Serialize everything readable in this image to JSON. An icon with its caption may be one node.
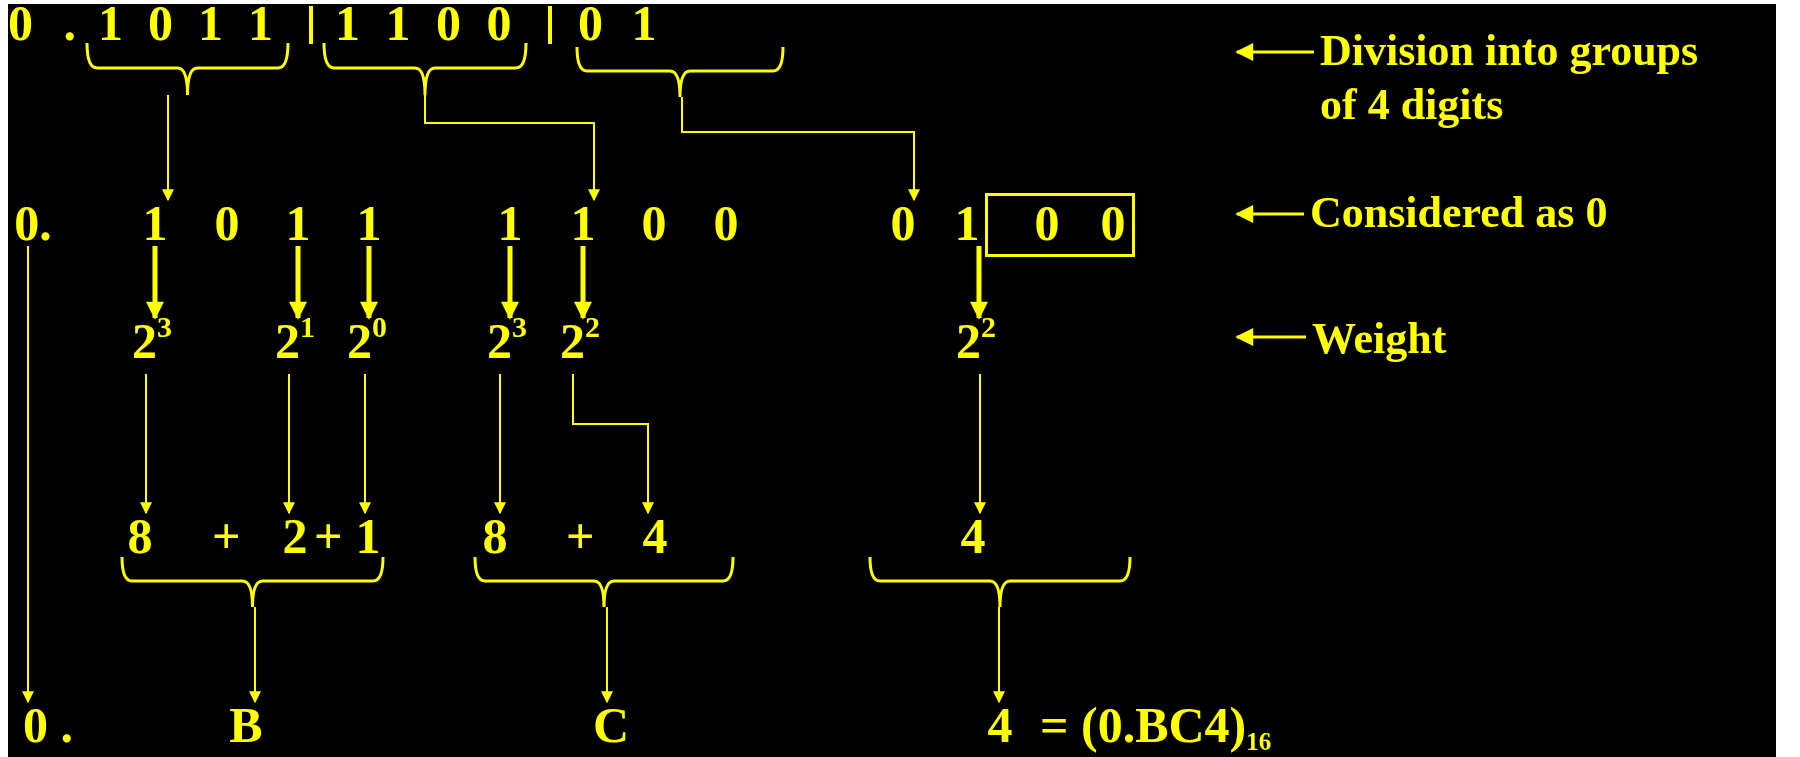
{
  "diagram": {
    "nodes": [
      {
        "text": [],
        "shape": "brace"
      },
      {
        "text": [],
        "shape": "brace"
      },
      {
        "text": [],
        "shape": "brace"
      },
      {
        "text": [
          "Division into groups of 4 digits"
        ]
      },
      {
        "text": [
          "0."
        ]
      },
      {
        "text": [
          "1"
        ]
      },
      {
        "text": [
          "0"
        ]
      },
      {
        "text": [
          "1"
        ]
      },
      {
        "text": [
          "1"
        ]
      },
      {
        "text": [
          "1"
        ]
      },
      {
        "text": [
          "1"
        ]
      },
      {
        "text": [
          "0"
        ]
      },
      {
        "text": [
          "0"
        ]
      },
      {
        "text": [
          "0"
        ]
      },
      {
        "text": [
          "1"
        ]
      },
      {
        "text": [],
        "shape": "box"
      },
      {
        "text": [
          "0"
        ],
        "in": 15
      },
      {
        "text": [
          "0"
        ],
        "in": 15
      },
      {
        "text": [
          "Considered as 0"
        ]
      },
      {
        "text": [
          "2$^{3}$"
        ]
      },
      {
        "text": [
          "2$^{1}$"
        ]
      },
      {
        "text": [
          "2$^{0}$"
        ]
      },
      {
        "text": [
          "2$^{3}$"
        ]
      },
      {
        "text": [
          "2$^{2}$"
        ]
      },
      {
        "text": [
          "2$^{2}$"
        ]
      },
      {
        "text": [
          "Weight"
        ]
      },
      {
        "text": [
          "8"
        ]
      },
      {
        "text": [
          "2"
        ]
      },
      {
        "text": [
          "1"
        ]
      },
      {
        "text": [
          "8"
        ]
      },
      {
        "text": [
          "4"
        ]
      },
      {
        "text": [
          "4"
        ]
      },
      {
        "text": [],
        "shape": "brace"
      },
      {
        "text": [],
        "shape": "brace"
      },
      {
        "text": [],
        "shape": "brace"
      },
      {
        "text": [
          "0 ."
        ]
      },
      {
        "text": [
          "B"
        ]
      },
      {
        "text": [
          "C"
        ]
      },
      {
        "text": [
          "4"
        ]
      }
    ],
    "edges": [
      {
        "from": 0,
        "to": 5,
        "arrow": "to"
      },
      {
        "from": 1,
        "to": 10,
        "arrow": "to"
      },
      {
        "from": 2,
        "to": 13,
        "arrow": "to"
      },
      {
        "from": 3,
        "to": null,
        "arrow": "to"
      },
      {
        "from": 4,
        "to": 35,
        "arrow": "to"
      },
      {
        "from": 5,
        "to": 19,
        "arrow": "to",
        "style": "thick"
      },
      {
        "from": 7,
        "to": 20,
        "arrow": "to",
        "style": "thick"
      },
      {
        "from": 8,
        "to": 21,
        "arrow": "to",
        "style": "thick"
      },
      {
        "from": 9,
        "to": 22,
        "arrow": "to",
        "style": "thick"
      },
      {
        "from": 10,
        "to": 23,
        "arrow": "to",
        "style": "thick"
      },
      {
        "from": 14,
        "to": 24,
        "arrow": "to",
        "style": "thick"
      },
      {
        "from": 18,
        "to": null,
        "arrow": "to"
      },
      {
        "from": 19,
        "to": 26,
        "arrow": "to"
      },
      {
        "from": 20,
        "to": 27,
        "arrow": "to"
      },
      {
        "from": 21,
        "to": 28,
        "arrow": "to"
      },
      {
        "from": 22,
        "to": 29,
        "arrow": "to"
      },
      {
        "from": 23,
        "to": 30,
        "arrow": "to"
      },
      {
        "from": 24,
        "to": 31,
        "arrow": "to"
      },
      {
        "from": 25,
        "to": null,
        "arrow": "to"
      },
      {
        "from": 32,
        "to": 36,
        "arrow": "to"
      },
      {
        "from": 33,
        "to": 37,
        "arrow": "to"
      },
      {
        "from": 34,
        "to": 38,
        "arrow": "to"
      }
    ],
    "labels": [
      "0 .",
      "1 0 1 1",
      "1 1 0 0",
      "0 1",
      "+",
      "+",
      "+",
      "= (0.BC4)$_{16}$"
    ]
  }
}
